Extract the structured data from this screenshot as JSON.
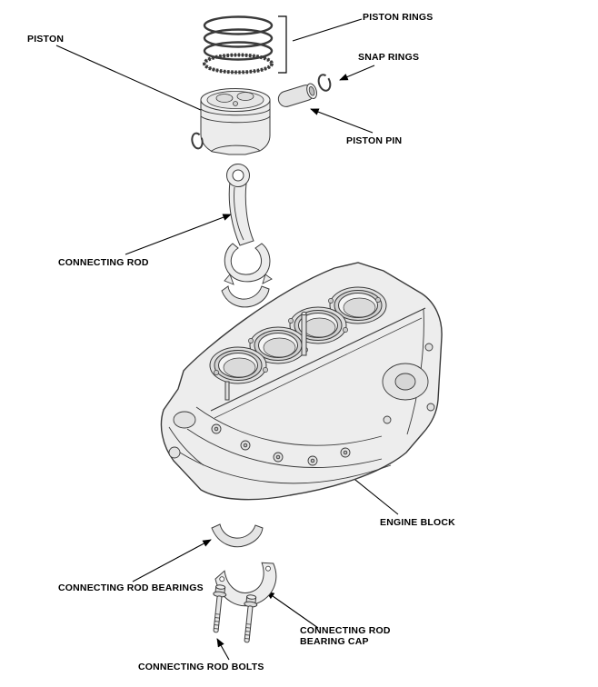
{
  "diagram": {
    "type": "exploded-parts-diagram",
    "subject": "engine piston and block assembly",
    "labels": {
      "piston_rings": "PISTON RINGS",
      "piston": "PISTON",
      "snap_rings": "SNAP RINGS",
      "piston_pin": "PISTON PIN",
      "connecting_rod": "CONNECTING ROD",
      "engine_block": "ENGINE BLOCK",
      "connecting_rod_bearings": "CONNECTING ROD BEARINGS",
      "connecting_rod_bearing_cap_line1": "CONNECTING ROD",
      "connecting_rod_bearing_cap_line2": "BEARING CAP",
      "connecting_rod_bolts": "CONNECTING ROD BOLTS"
    },
    "colors": {
      "background": "#ffffff",
      "leader_line": "#000000",
      "part_line": "#3a3a3a",
      "part_fill": "#ececec"
    }
  }
}
